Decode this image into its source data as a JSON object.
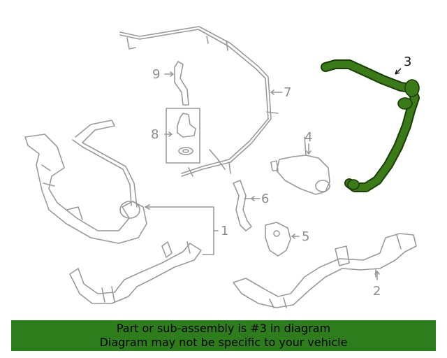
{
  "callouts": {
    "c1": "1",
    "c2": "2",
    "c3": "3",
    "c4": "4",
    "c5": "5",
    "c6": "6",
    "c7": "7",
    "c8": "8",
    "c9": "9"
  },
  "highlight_part": "3",
  "colors": {
    "highlight": "#3a7a17",
    "highlight_outline": "#1a3d08",
    "line": "#9a9a9a",
    "banner": "#2e7d1c"
  },
  "banner": {
    "line1": "Part or sub-assembly is #3 in diagram",
    "line2": "Diagram may not be specific to your vehicle"
  }
}
